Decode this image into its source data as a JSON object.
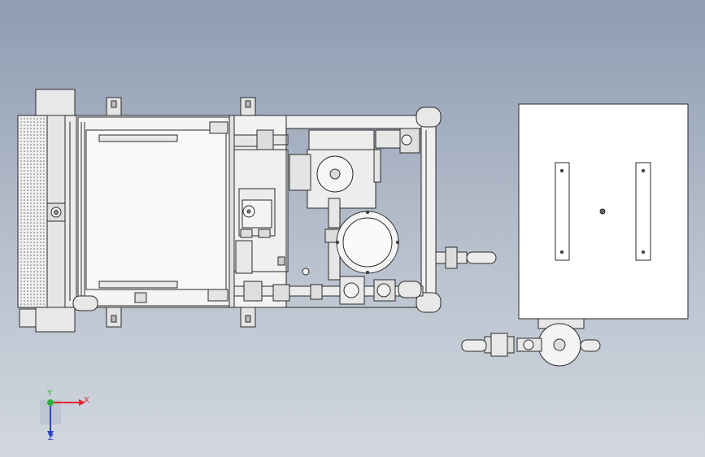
{
  "triad": {
    "x_label": "X",
    "y_label": "Y",
    "z_label": "Z",
    "x_color": "#e0262b",
    "y_color": "#2fb23a",
    "z_color": "#2a44c8"
  },
  "colors": {
    "background_top": "#8f9cb1",
    "background_bottom": "#d2d7df",
    "line": "#2a2a2a",
    "part_fill": "#ececec",
    "metal_fill": "#d9d9d9"
  },
  "icons": {
    "pump": "pump-icon",
    "valve": "valve-icon",
    "triad": "coordinate-triad-icon"
  }
}
